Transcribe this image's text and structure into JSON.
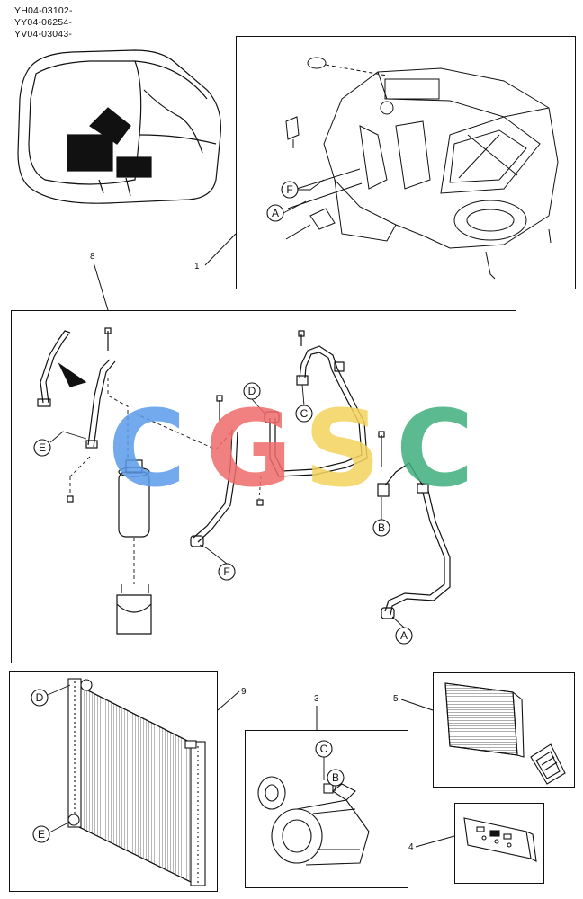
{
  "header": {
    "serials": [
      "YH04-03102-",
      "YY04-06254-",
      "YV04-03043-"
    ]
  },
  "parts": {
    "p1": "1",
    "p3": "3",
    "p4": "4",
    "p5": "5",
    "p8": "8",
    "p9": "9"
  },
  "callouts": {
    "a": "A",
    "b": "B",
    "c": "C",
    "d": "D",
    "e": "E",
    "f": "F"
  },
  "watermark": {
    "text": "CGSC",
    "colors": [
      "#5b9bea",
      "#ef6b6b",
      "#f4d35e",
      "#3fae7c"
    ]
  }
}
